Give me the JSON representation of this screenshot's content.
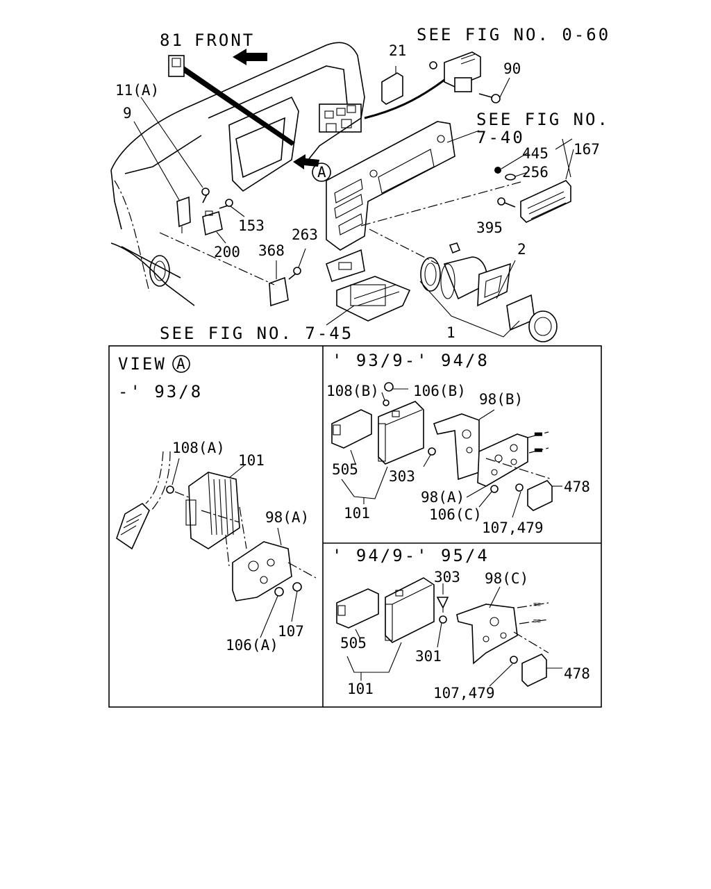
{
  "main_labels": {
    "see_fig_060": "SEE FIG NO. 0-60",
    "see_fig_740_a": "SEE FIG NO.",
    "see_fig_740_b": "7-40",
    "see_fig_745": "SEE FIG NO. 7-45",
    "front": "FRONT",
    "view_marker": "A",
    "p81": "81",
    "p11a": "11(A)",
    "p9": "9",
    "p21": "21",
    "p90": "90",
    "p445": "445",
    "p167": "167",
    "p256": "256",
    "p395": "395",
    "p153": "153",
    "p200": "200",
    "p368": "368",
    "p263": "263",
    "p2": "2",
    "p1": "1"
  },
  "panel_view_a": {
    "title_view": "VIEW",
    "title_marker": "A",
    "range": "-' 93/8",
    "p108a": "108(A)",
    "p101": "101",
    "p98a": "98(A)",
    "p106a": "106(A)",
    "p107": "107"
  },
  "panel_93_94": {
    "range": "' 93/9-' 94/8",
    "p108b": "108(B)",
    "p106b": "106(B)",
    "p98b": "98(B)",
    "p505": "505",
    "p303": "303",
    "p98a": "98(A)",
    "p478": "478",
    "p106c": "106(C)",
    "p101": "101",
    "p107_479": "107,479"
  },
  "panel_94_95": {
    "range": "' 94/9-' 95/4",
    "p303": "303",
    "p98c": "98(C)",
    "p505": "505",
    "p301": "301",
    "p478": "478",
    "p101": "101",
    "p107_479": "107,479"
  }
}
